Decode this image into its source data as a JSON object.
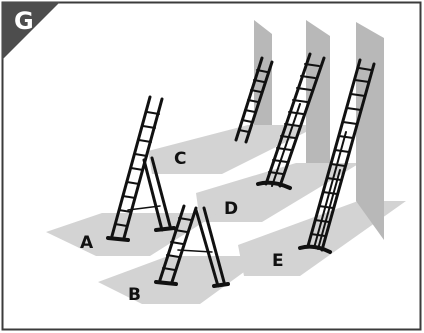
{
  "badge": {
    "letter": "G"
  },
  "labels": {
    "a": "A",
    "b": "B",
    "c": "C",
    "d": "D",
    "e": "E"
  },
  "colors": {
    "border": "#3b3b3b",
    "badge_bg": "#4d4d4d",
    "badge_text": "#ffffff",
    "floor": "#d3d3d3",
    "wall": "#b8b8b8",
    "stroke": "#111111"
  }
}
